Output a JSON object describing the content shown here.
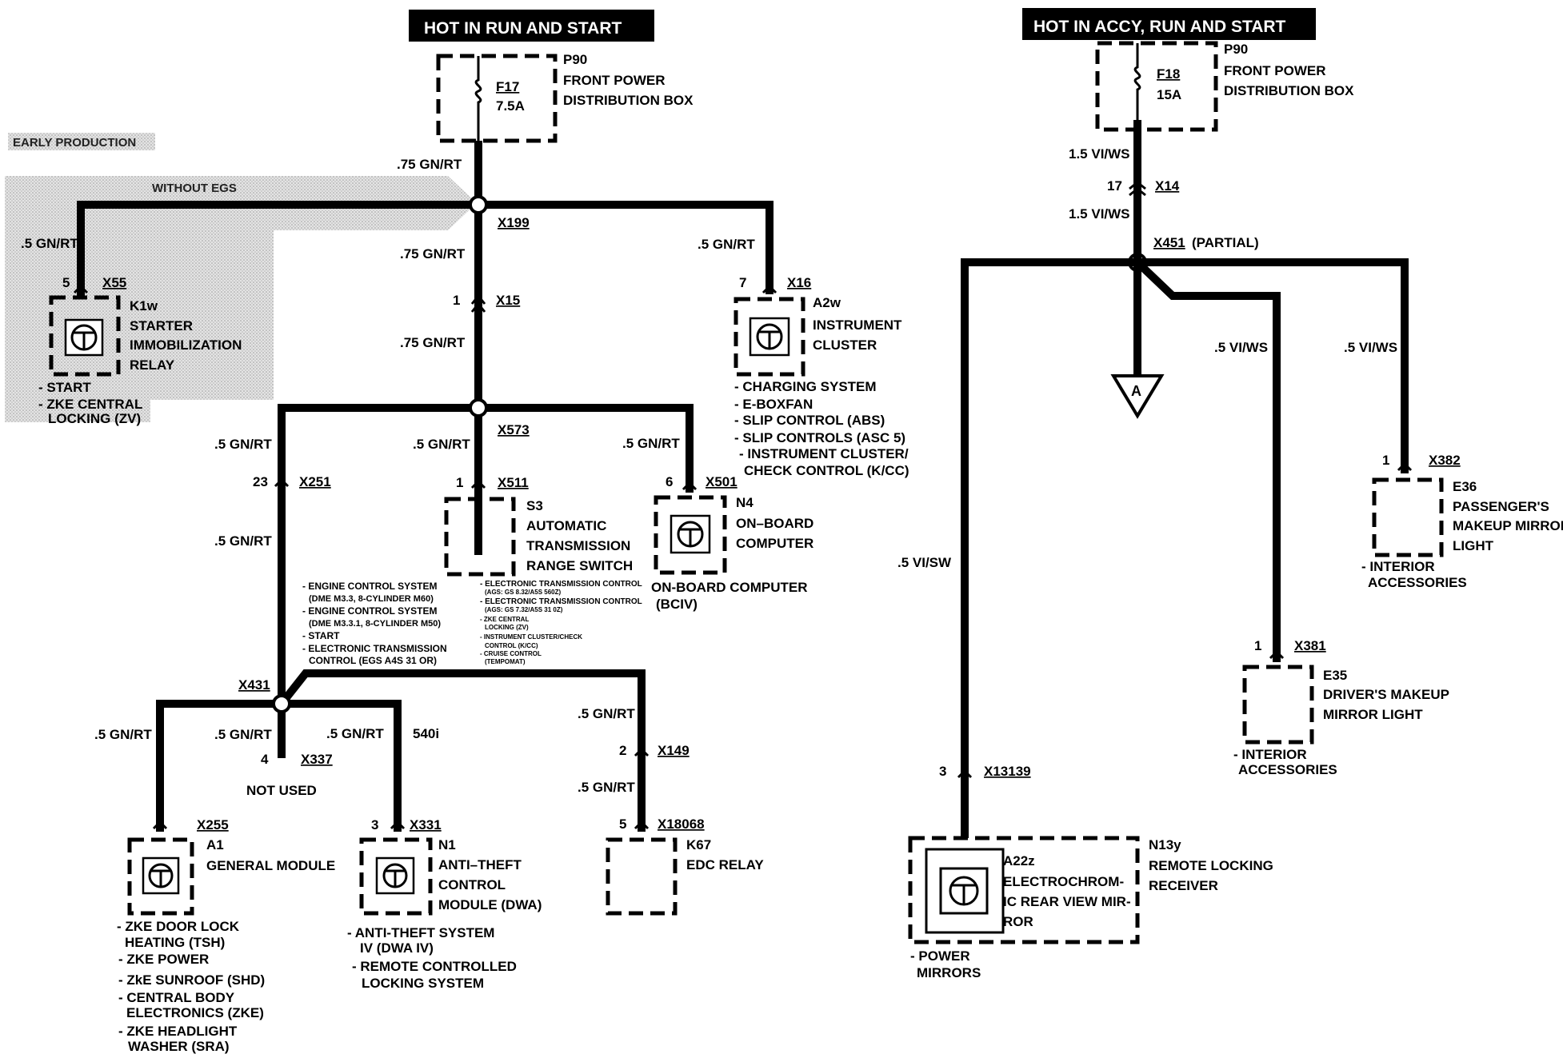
{
  "headers": {
    "left": "HOT IN RUN AND START",
    "right": "HOT IN ACCY, RUN AND START"
  },
  "early_production": "EARLY PRODUCTION",
  "without_egs": "WITHOUT EGS",
  "left": {
    "p90": {
      "id": "P90",
      "fuse": "F17",
      "amps": "7.5A",
      "line1": "FRONT POWER",
      "line2": "DISTRIBUTION BOX"
    },
    "w_main1": ".75 GN/RT",
    "w_main2": ".75 GN/RT",
    "w_main3": ".75 GN/RT",
    "x199": "X199",
    "x15": {
      "pin": "1",
      "id": "X15"
    },
    "k1w": {
      "wire": ".5 GN/RT",
      "pin": "5",
      "conn": "X55",
      "id": "K1w",
      "l1": "STARTER",
      "l2": "IMMOBILIZATION",
      "l3": "RELAY",
      "f1": "- START",
      "f2": "- ZKE CENTRAL",
      "f3": "LOCKING (ZV)"
    },
    "a2w": {
      "wire": ".5 GN/RT",
      "pin": "7",
      "conn": "X16",
      "id": "A2w",
      "l1": "INSTRUMENT",
      "l2": "CLUSTER",
      "f1": "- CHARGING SYSTEM",
      "f2": "- E-BOXFAN",
      "f3": "- SLIP CONTROL (ABS)",
      "f4": "- SLIP CONTROLS (ASC 5)",
      "f5": "- INSTRUMENT CLUSTER/",
      "f6": "CHECK CONTROL (K/CC)"
    },
    "x573": "X573",
    "s3": {
      "wire": ".5 GN/RT",
      "pin": "1",
      "conn": "X511",
      "id": "S3",
      "l1": "AUTOMATIC",
      "l2": "TRANSMISSION",
      "l3": "RANGE SWITCH"
    },
    "n4": {
      "wire": ".5 GN/RT",
      "pin": "6",
      "conn": "X501",
      "id": "N4",
      "l1": "ON–BOARD",
      "l2": "COMPUTER",
      "f1": "ON-BOARD COMPUTER",
      "f2": "(BCIV)"
    },
    "x251": {
      "wire1": ".5 GN/RT",
      "pin": "23",
      "conn": "X251",
      "wire2": ".5 GN/RT"
    },
    "notes_a": [
      "- ENGINE CONTROL SYSTEM",
      "(DME M3.3, 8-CYLINDER M60)",
      "- ENGINE CONTROL SYSTEM",
      "(DME M3.3.1, 8-CYLINDER M50)",
      "- START",
      "- ELECTRONIC TRANSMISSION",
      "CONTROL (EGS A4S 31 OR)"
    ],
    "notes_b": [
      "- ELECTRONIC TRANSMISSION CONTROL",
      "(AGS: GS 8.32/A5S 560Z)",
      "- ELECTRONIC TRANSMISSION CONTROL",
      "(AGS: GS 7.32/A5S 31 0Z)",
      "- ZKE CENTRAL",
      "LOCKING (ZV)",
      "- INSTRUMENT CLUSTER/CHECK",
      "CONTROL (K/CC)",
      "- CRUISE CONTROL",
      "(TEMPOMAT)"
    ],
    "x431": "X431",
    "a1": {
      "wire": ".5 GN/RT",
      "conn": "X255",
      "id": "A1",
      "l1": "GENERAL MODULE",
      "f1": "- ZKE DOOR LOCK",
      "f2": "HEATING (TSH)",
      "f3": "- ZKE POWER",
      "f4": "- ZkE SUNROOF (SHD)",
      "f5": "- CENTRAL BODY",
      "f6": "ELECTRONICS (ZKE)",
      "f7": "- ZKE HEADLIGHT",
      "f8": "WASHER (SRA)"
    },
    "x337": {
      "wire": ".5 GN/RT",
      "pin": "4",
      "conn": "X337",
      "note": "NOT USED"
    },
    "n1": {
      "wire": ".5 GN/RT",
      "note540": "540i",
      "pin": "3",
      "conn": "X331",
      "id": "N1",
      "l1": "ANTI–THEFT",
      "l2": "CONTROL",
      "l3": "MODULE (DWA)",
      "f1": "- ANTI-THEFT SYSTEM",
      "f2": "IV (DWA IV)",
      "f3": "- REMOTE CONTROLLED",
      "f4": "LOCKING SYSTEM"
    },
    "k67": {
      "wire1": ".5 GN/RT",
      "pin1": "2",
      "conn1": "X149",
      "wire2": ".5 GN/RT",
      "pin2": "5",
      "conn2": "X18068",
      "id": "K67",
      "l1": "EDC RELAY"
    }
  },
  "right": {
    "p90": {
      "id": "P90",
      "fuse": "F18",
      "amps": "15A",
      "line1": "FRONT POWER",
      "line2": "DISTRIBUTION BOX"
    },
    "w1": "1.5 VI/WS",
    "x14": {
      "pin": "17",
      "id": "X14"
    },
    "w2": "1.5 VI/WS",
    "x451": "X451",
    "partial": "(PARTIAL)",
    "ref_a": "A",
    "e36": {
      "wire": ".5 VI/WS",
      "pin": "1",
      "conn": "X382",
      "id": "E36",
      "l1": "PASSENGER'S",
      "l2": "MAKEUP MIRROR",
      "l3": "LIGHT",
      "f1": "- INTERIOR",
      "f2": "ACCESSORIES"
    },
    "e35": {
      "wire": ".5 VI/WS",
      "pin": "1",
      "conn": "X381",
      "id": "E35",
      "l1": "DRIVER'S MAKEUP",
      "l2": "MIRROR LIGHT",
      "f1": "- INTERIOR",
      "f2": "ACCESSORIES"
    },
    "a22z": {
      "wire": ".5 VI/SW",
      "pin": "3",
      "conn": "X13139",
      "id": "A22z",
      "l1": "ELECTROCHROM-",
      "l2": "IC REAR VIEW MIR-",
      "l3": "ROR",
      "f1": "- POWER",
      "f2": "MIRRORS"
    },
    "n13y": {
      "id": "N13y",
      "l1": "REMOTE LOCKING",
      "l2": "RECEIVER"
    }
  }
}
